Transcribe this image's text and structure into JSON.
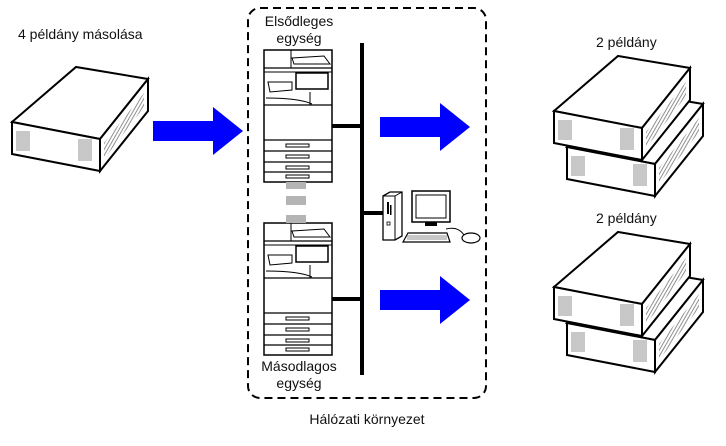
{
  "labels": {
    "source": "4 példány másolása",
    "primary_line1": "Elsődleges",
    "primary_line2": "egység",
    "secondary_line1": "Másodlagos",
    "secondary_line2": "egység",
    "network": "Hálózati környezet",
    "output_top": "2 példány",
    "output_bottom": "2 példány"
  },
  "colors": {
    "arrow": "#0000ff",
    "separator": "#b4b4b4",
    "line": "#000000"
  }
}
